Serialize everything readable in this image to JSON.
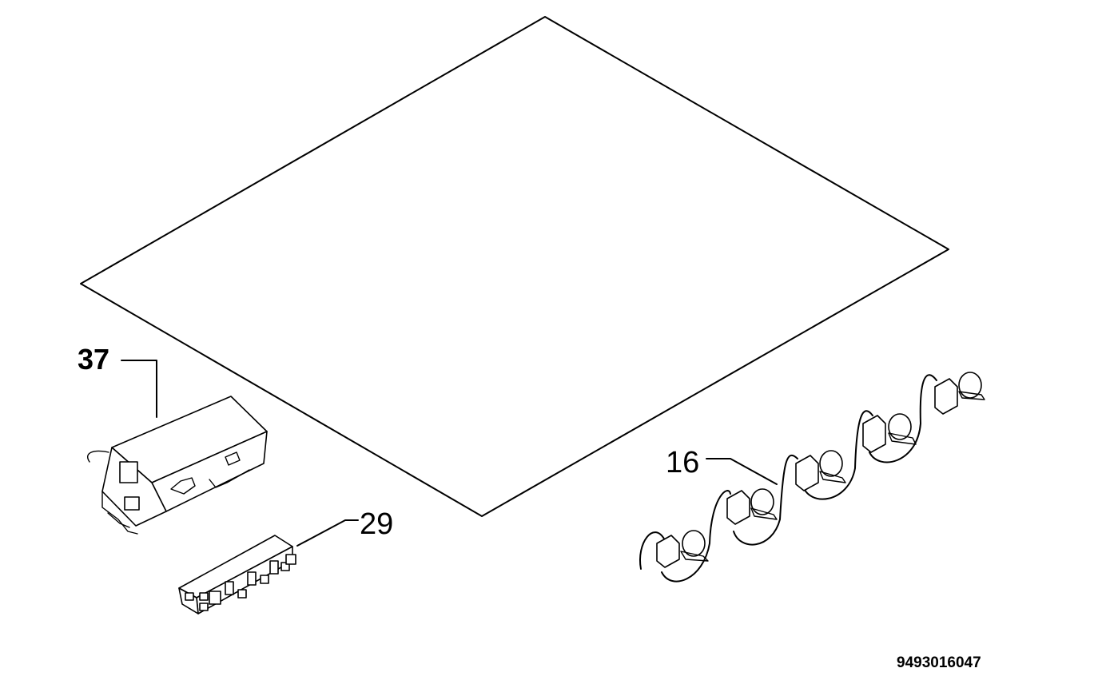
{
  "callouts": [
    {
      "id": "37",
      "text": "37"
    },
    {
      "id": "29",
      "text": "29"
    },
    {
      "id": "16",
      "text": "16"
    }
  ],
  "document_number": "9493016047"
}
